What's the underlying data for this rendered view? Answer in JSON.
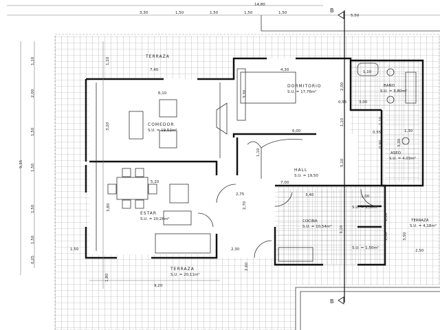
{
  "drawing": {
    "overall_width": "14,80",
    "top_dims": [
      "3,30",
      "1,50",
      "1,50",
      "1,50",
      "1,50",
      "5,50"
    ],
    "overall_depth": "9,35",
    "left_dims": [
      "1,10",
      "2,00",
      "1,50",
      "1,50",
      "1,50",
      "1,50",
      "0,25"
    ],
    "section_mark": "B",
    "rooms": {
      "terraza_n": {
        "name": "TERRAZA",
        "dims": [
          "7,40",
          "1,10"
        ]
      },
      "comedor": {
        "name": "COMEDOR",
        "area": "S.U. = 19,52m²",
        "dims": [
          "6,10",
          "3,20"
        ]
      },
      "dormitorio": {
        "name": "DORMITORIO",
        "area": "S.U. = 17,76m²",
        "dims": [
          "4,30",
          "3,30",
          "6,00",
          "2,00",
          "0,55",
          "3,00",
          "1,10"
        ]
      },
      "bano": {
        "name": "BAÑO",
        "area": "S.U. = 3,80m²",
        "dims": [
          "1,10"
        ]
      },
      "aseo": {
        "name": "ASEO",
        "area": "S.U. = 4,03m²",
        "dims": [
          "1,30",
          "0,55",
          "1,10",
          "0,90",
          "3,30"
        ]
      },
      "hall": {
        "name": "HALL",
        "area": "S.U. = 19,50",
        "dims": [
          "7,00",
          "2,75",
          "2,70",
          "5,10",
          "1,10"
        ]
      },
      "estar": {
        "name": "ESTAR",
        "area": "S.U. = 20,28m²",
        "dims": [
          "5,20",
          "3,80",
          "1,50"
        ]
      },
      "cocina": {
        "name": "COCINA",
        "area": "S.U. = 10,54m²",
        "dims": [
          "3,40",
          "3,10"
        ]
      },
      "despensa": {
        "area": "S.U. = 1,50m²",
        "dims": [
          "1,00",
          "1,50"
        ]
      },
      "lavadero": {
        "area": "S.U. = 1,50m²",
        "dims": [
          "1,50"
        ]
      },
      "terraza_e": {
        "name": "TERRAZA",
        "area": "S.U. = 4,18m²",
        "dims": [
          "3,50",
          "2,50"
        ]
      },
      "terraza_s": {
        "name": "TERRAZA",
        "area": "S.U. = 20,11m²",
        "dims": [
          "2,30",
          "2,60",
          "1,80",
          "9,20"
        ]
      }
    }
  }
}
